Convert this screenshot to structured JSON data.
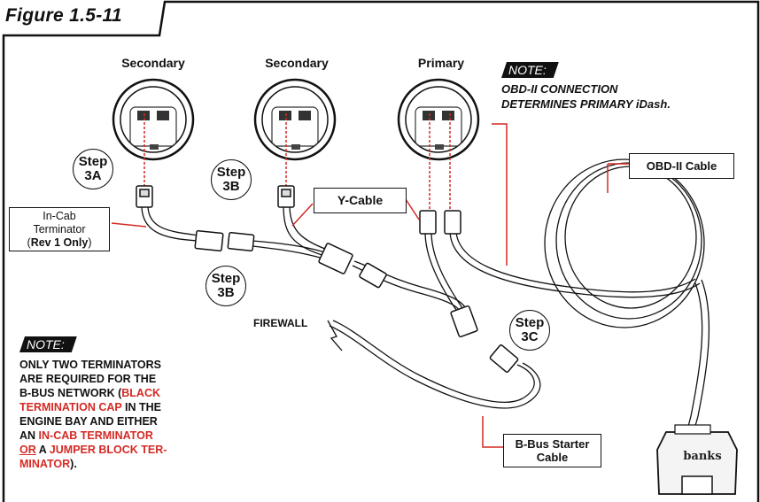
{
  "figure_title": "Figure 1.5-11",
  "gauges": {
    "left_label": "Secondary",
    "middle_label": "Secondary",
    "right_label": "Primary"
  },
  "steps": {
    "step_3a": {
      "word": "Step",
      "code": "3A"
    },
    "step_3b_top": {
      "word": "Step",
      "code": "3B"
    },
    "step_3b_bottom": {
      "word": "Step",
      "code": "3B"
    },
    "step_3c": {
      "word": "Step",
      "code": "3C"
    }
  },
  "callouts": {
    "in_cab_line1": "In-Cab",
    "in_cab_line2": "Terminator",
    "in_cab_line3_open": "(",
    "in_cab_line3_bold": "Rev 1 Only",
    "in_cab_line3_close": ")",
    "y_cable": "Y-Cable",
    "obd_cable": "OBD-II Cable",
    "bbus_line1": "B-Bus Starter",
    "bbus_line2": "Cable",
    "firewall": "FIREWALL"
  },
  "note_top": {
    "tag": "NOTE:",
    "line1": "OBD-II CONNECTION",
    "line2": "DETERMINES PRIMARY iDash."
  },
  "note_bottom": {
    "tag": "NOTE:",
    "l1": "ONLY TWO TERMINATORS",
    "l2": "ARE REQUIRED FOR THE",
    "l3_a": "B-BUS NETWORK (",
    "l3_b": "BLACK",
    "l4_a": "TERMINATION CAP",
    "l4_b": " IN THE",
    "l5": "ENGINE BAY AND EITHER",
    "l6_a": "AN ",
    "l6_b": "IN-CAB TERMINATOR",
    "l7_a": "OR",
    "l7_b": " A ",
    "l7_c": "JUMPER BLOCK TER-",
    "l8_a": "MINATOR",
    "l8_b": ")."
  },
  "obd_logo": "banks",
  "colors": {
    "accent": "#d42a24",
    "line": "#111111"
  }
}
